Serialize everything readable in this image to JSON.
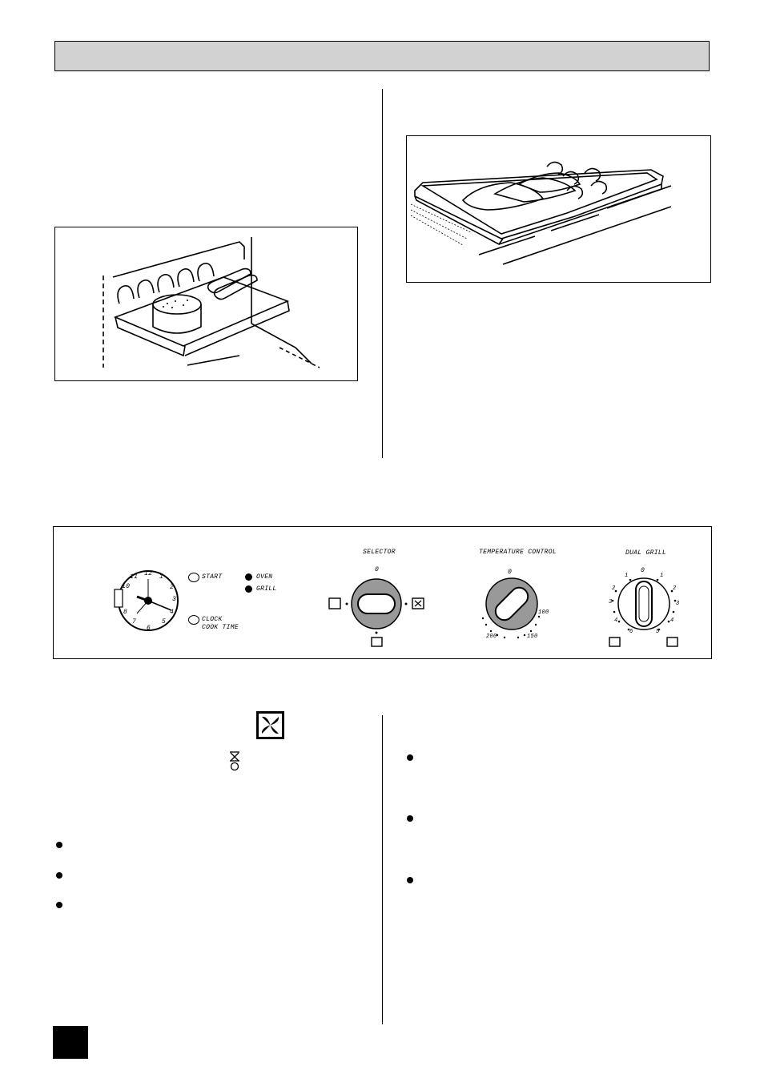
{
  "panel": {
    "clock": {
      "numbers": [
        "12",
        "1",
        "2",
        "3",
        "4",
        "5",
        "6",
        "7",
        "8",
        "10",
        "11"
      ]
    },
    "start_label": "START",
    "clock_label": "CLOCK",
    "cook_time_label": "COOK TIME",
    "oven_label": "OVEN",
    "grill_label": "GRILL",
    "selector": {
      "label": "SELECTOR",
      "zero": "0"
    },
    "temperature": {
      "label": "TEMPERATURE CONTROL",
      "zero": "0",
      "mark_100": "100",
      "mark_150": "150",
      "mark_200": "200"
    },
    "dual_grill": {
      "label": "DUAL GRILL",
      "zero": "0",
      "left_marks": [
        "1",
        "2",
        "3",
        "4",
        "6"
      ],
      "right_marks": [
        "1",
        "2",
        "3",
        "4",
        "5"
      ]
    }
  },
  "icons": [
    "fan-oven-icon",
    "defrost-icon",
    "bullet-icon"
  ]
}
